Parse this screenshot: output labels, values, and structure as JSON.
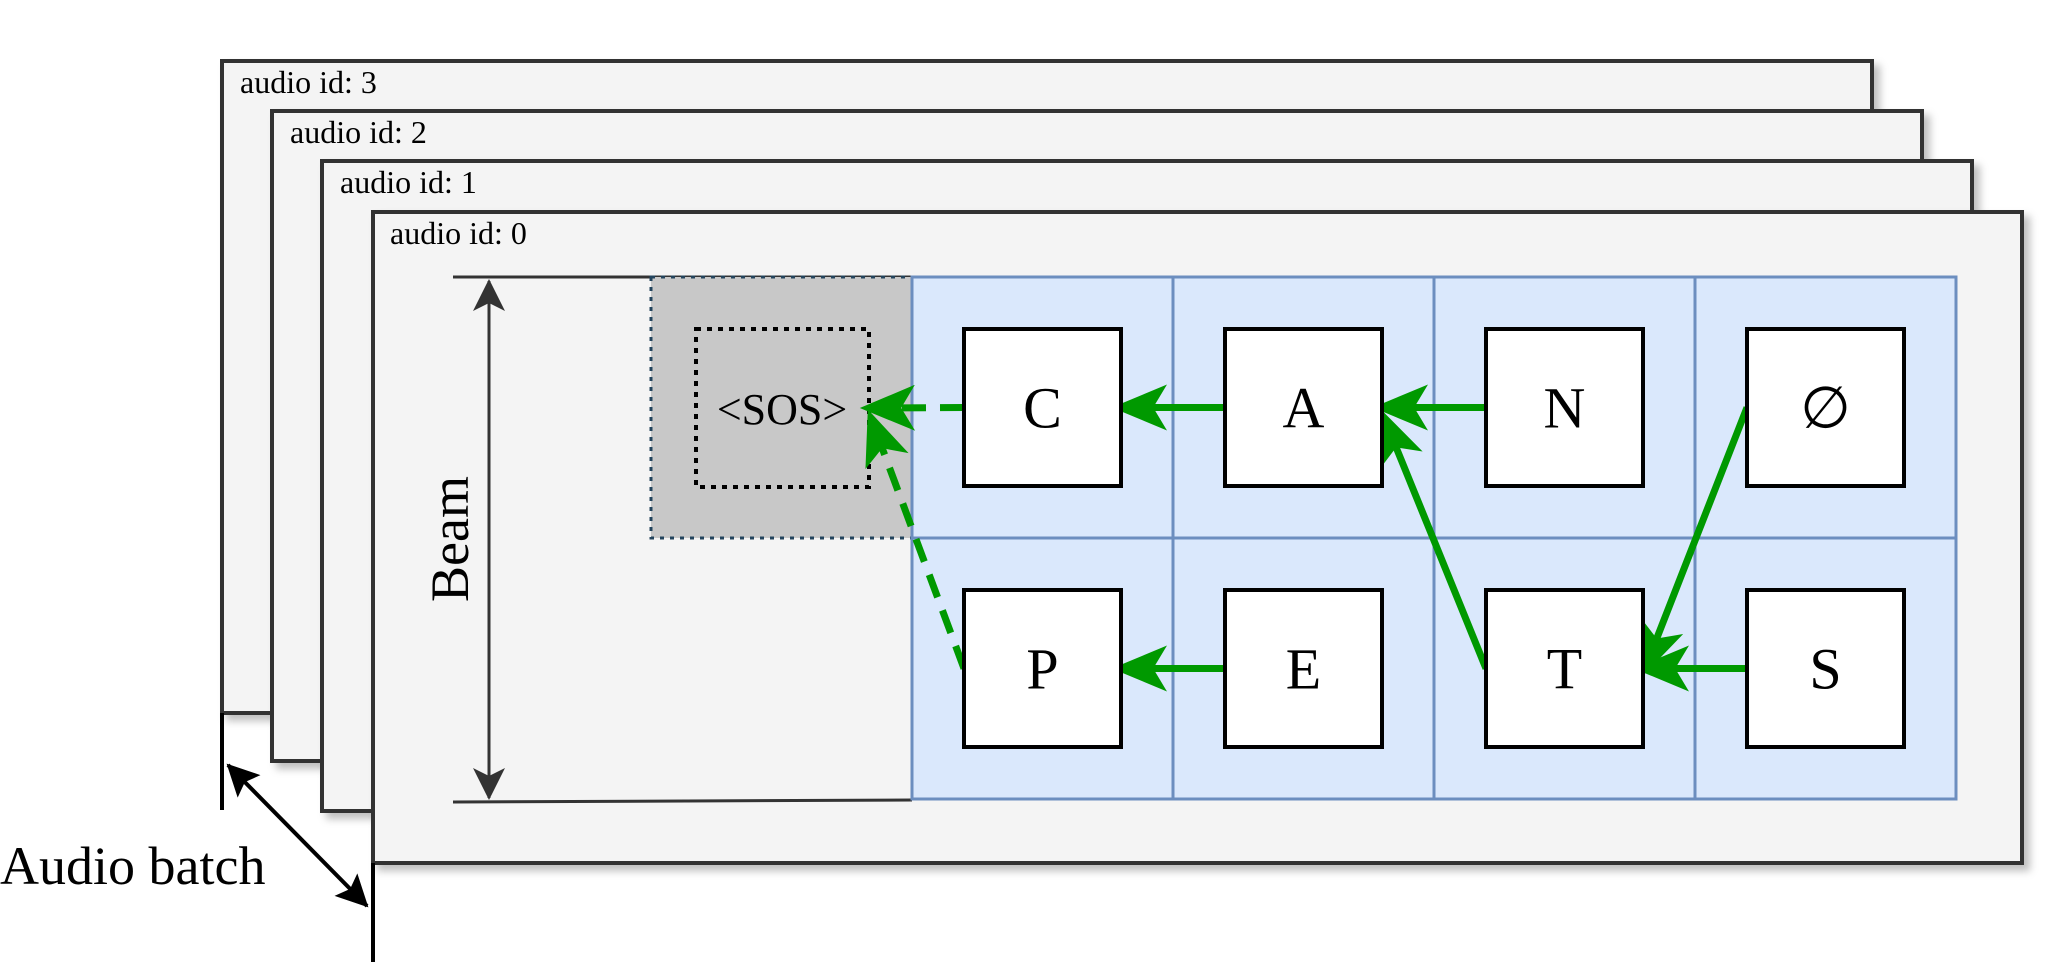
{
  "cards": [
    {
      "label": "audio id: 3"
    },
    {
      "label": "audio id: 2"
    },
    {
      "label": "audio id: 1"
    },
    {
      "label": "audio id: 0"
    }
  ],
  "beam_label": "Beam",
  "batch_label": "Audio batch",
  "start_token": "<SOS>",
  "tokens": [
    {
      "id": "c",
      "text": "C",
      "row": 0,
      "col": 0
    },
    {
      "id": "a",
      "text": "A",
      "row": 0,
      "col": 1
    },
    {
      "id": "n",
      "text": "N",
      "row": 0,
      "col": 2
    },
    {
      "id": "blank",
      "text": "∅",
      "row": 0,
      "col": 3
    },
    {
      "id": "p",
      "text": "P",
      "row": 1,
      "col": 0
    },
    {
      "id": "e",
      "text": "E",
      "row": 1,
      "col": 1
    },
    {
      "id": "t",
      "text": "T",
      "row": 1,
      "col": 2
    },
    {
      "id": "s",
      "text": "S",
      "row": 1,
      "col": 3
    }
  ],
  "links": [
    {
      "from": "c",
      "to": "sos",
      "style": "dashed"
    },
    {
      "from": "p",
      "to": "sos",
      "style": "dashed"
    },
    {
      "from": "a",
      "to": "c",
      "style": "solid"
    },
    {
      "from": "n",
      "to": "a",
      "style": "solid"
    },
    {
      "from": "t",
      "to": "a",
      "style": "solid"
    },
    {
      "from": "e",
      "to": "p",
      "style": "solid"
    },
    {
      "from": "blank",
      "to": "t",
      "style": "solid"
    },
    {
      "from": "s",
      "to": "t",
      "style": "solid"
    }
  ],
  "colors": {
    "card_fill": "#f4f4f4",
    "card_stroke": "#333333",
    "cell_fill": "#dae8fc",
    "cell_stroke": "#6c8ebf",
    "sos_fill": "#c8c8c8",
    "token_fill": "#ffffff",
    "arrow": "#009900",
    "dimension": "#333333"
  }
}
